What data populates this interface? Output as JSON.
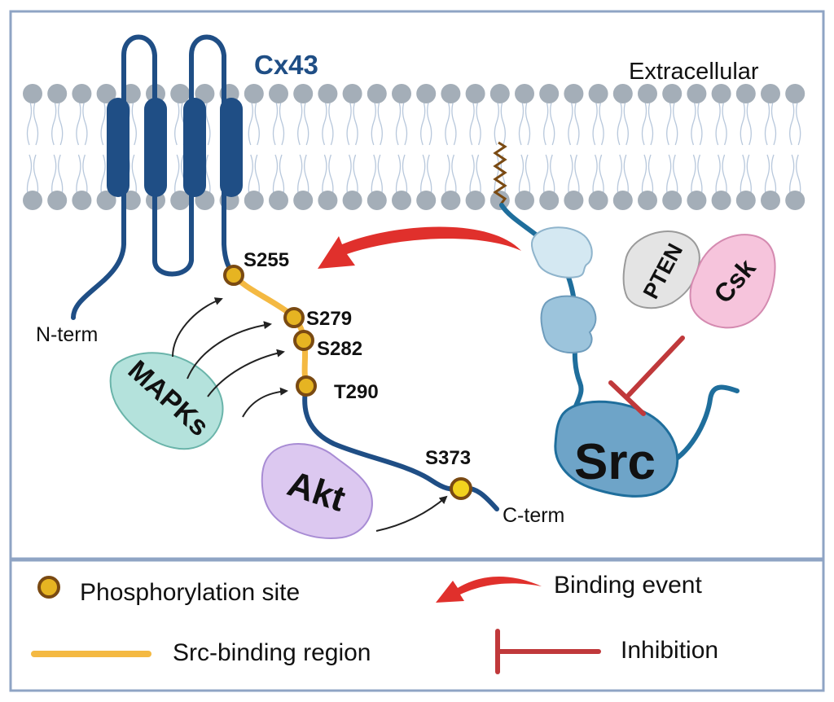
{
  "diagram": {
    "protein_label": "Cx43",
    "compartment_label": "Extracellular",
    "n_term_label": "N-term",
    "c_term_label": "C-term",
    "sites": [
      "S255",
      "S279",
      "S282",
      "T290",
      "S373"
    ],
    "kinases": {
      "mapks": "MAPKs",
      "akt": "Akt",
      "src": "Src",
      "pten": "PTEN",
      "csk": "Csk"
    }
  },
  "legend": {
    "phospho_site": "Phosphorylation site",
    "binding_event": "Binding event",
    "src_binding_region": "Src-binding region",
    "inhibition": "Inhibition"
  },
  "colors": {
    "connexin": "#1f4e85",
    "membrane_head": "#a4aeb8",
    "src_binding_region": "#f4b942",
    "phospho_site": "#e6b422",
    "phospho_site_ring": "#7a4a12",
    "binding_arrow": "#e0302c",
    "inhibition": "#c0393b",
    "mapks": "#b4e2dc",
    "akt": "#dcc8f0",
    "src": "#6ea4c8",
    "pten": "#e4e4e4",
    "csk": "#f6c4dc",
    "frame": "#8fa4c4"
  },
  "icons": [
    "phosphorylation-site-icon",
    "binding-event-arrow-icon",
    "src-binding-region-line-icon",
    "inhibition-icon"
  ]
}
